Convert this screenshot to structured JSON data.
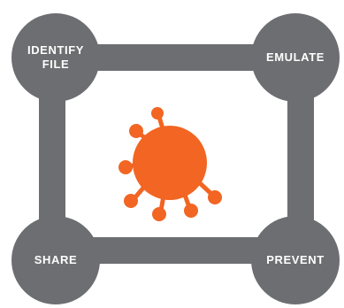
{
  "diagram": {
    "nodes": [
      {
        "id": "identify",
        "label": "IDENTIFY\nFILE"
      },
      {
        "id": "emulate",
        "label": "EMULATE"
      },
      {
        "id": "share",
        "label": "SHARE"
      },
      {
        "id": "prevent",
        "label": "PREVENT"
      }
    ],
    "colors": {
      "cycle": "#6d6e71",
      "node_text": "#ffffff",
      "virus": "#f26522"
    },
    "center_icon": "virus-icon"
  }
}
